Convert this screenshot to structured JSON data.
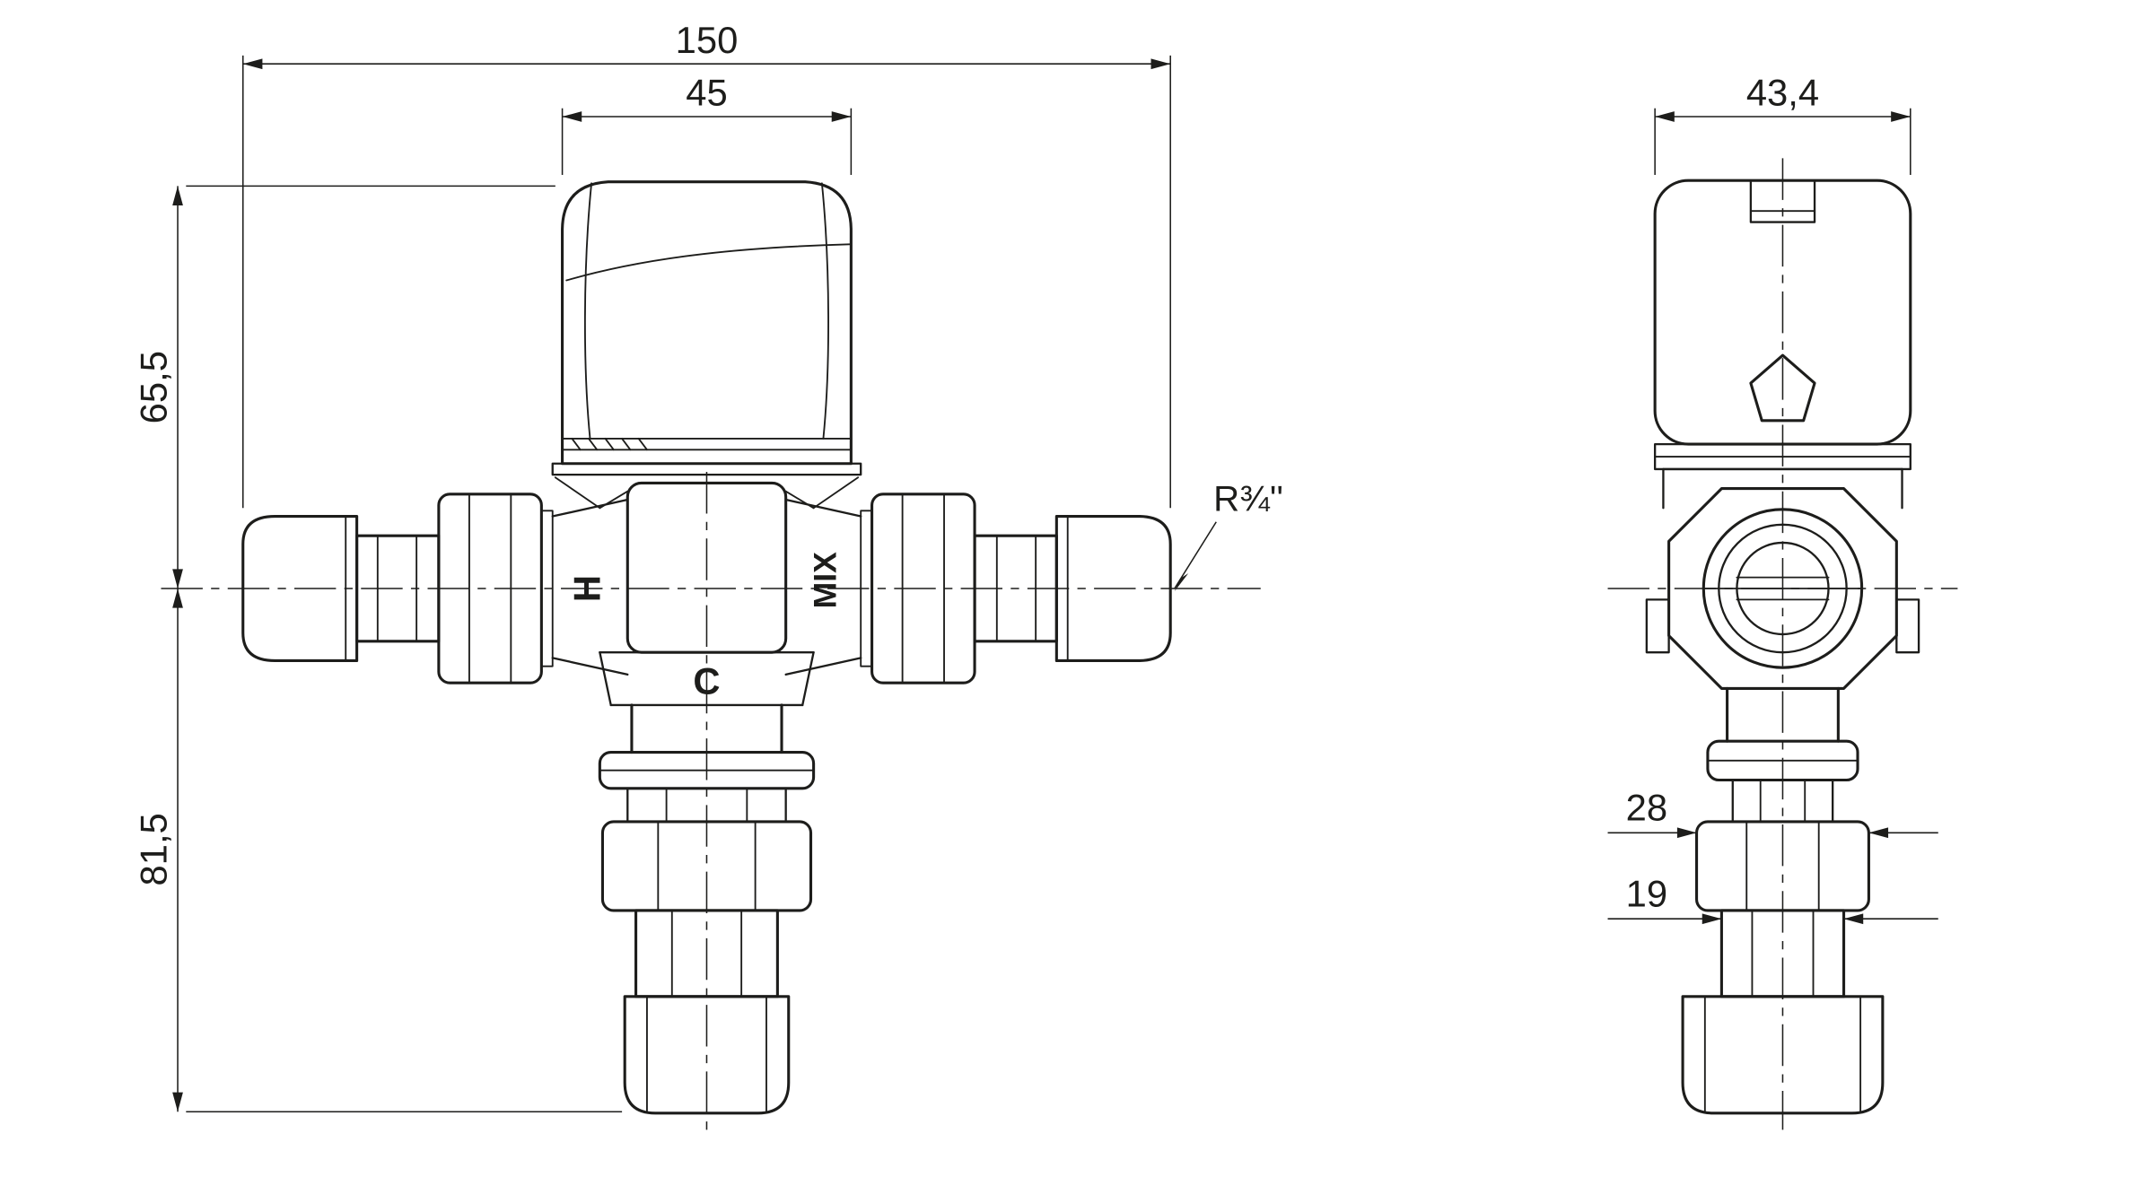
{
  "front": {
    "dim_total_width": "150",
    "dim_knob_width": "45",
    "dim_upper_height": "65,5",
    "dim_lower_height": "81,5",
    "thread_label": "R¾''",
    "port_hot_label": "H",
    "port_mix_label": "MIX",
    "port_cold_label": "C"
  },
  "side": {
    "dim_width": "43,4",
    "dim_hex_width": "28",
    "dim_tail_width": "19"
  },
  "colors": {
    "line": "#1d1d1b",
    "background": "#ffffff"
  }
}
